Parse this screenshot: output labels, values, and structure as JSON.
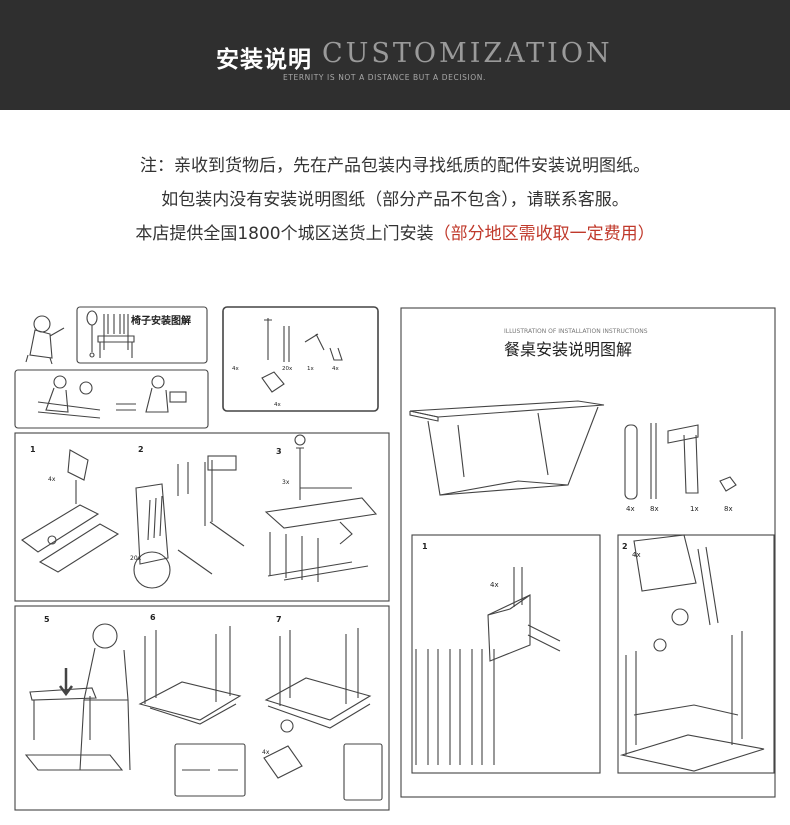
{
  "header": {
    "title_cn": "安装说明",
    "title_en": "CUSTOMIZATION",
    "subtitle": "ETERNITY IS NOT A DISTANCE BUT A DECISION."
  },
  "notes": {
    "line1": "注：亲收到货物后，先在产品包装内寻找纸质的配件安装说明图纸。",
    "line2": "如包装内没有安装说明图纸（部分产品不包含），请联系客服。",
    "line3_prefix": "本店提供全国1800个城区送货上门安装",
    "line3_red": "（部分地区需收取一定费用）"
  },
  "chair_panel": {
    "title": "椅子安装图解",
    "hardware_labels": [
      "4x",
      "20x",
      "1x",
      "4x",
      "4x"
    ],
    "step1": "1",
    "step1_qty": "4x",
    "step2": "2",
    "step2_qty": "20x",
    "step3": "3",
    "step3_qty": "3x",
    "step5": "5",
    "step6": "6",
    "step7": "7",
    "step7_qty": "4x"
  },
  "table_panel": {
    "subtitle": "ILLUSTRATION OF INSTALLATION INSTRUCTIONS",
    "title": "餐桌安装说明图解",
    "parts_qty": [
      "4x",
      "8x",
      "1x",
      "8x"
    ],
    "step1": "1",
    "step1_qty": "4x",
    "step2": "2",
    "step2_qty": "4x"
  },
  "colors": {
    "header_bg": "#2f2f2f",
    "accent_red": "#c0392b",
    "line": "#555555"
  }
}
